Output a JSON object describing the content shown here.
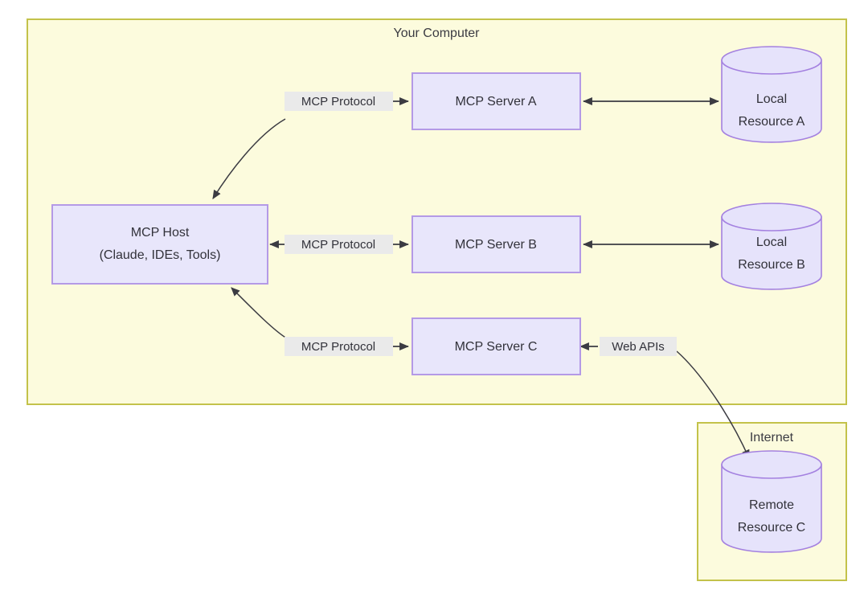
{
  "diagram": {
    "title_text": "Your Computer",
    "type": "architecture-block-diagram",
    "colors": {
      "group_fill": "#fcfbdd",
      "group_stroke": "#c3c24a",
      "node_fill": "#e8e6fb",
      "node_stroke": "#b49ae6",
      "cylinder_fill": "#e6e3fb",
      "cylinder_stroke": "#a481e0",
      "edge_stroke": "#3b3b42",
      "label_bg": "#eaeaea",
      "text": "#32323a",
      "page_bg": "#ffffff"
    },
    "groups": [
      {
        "id": "your-computer",
        "label": "Your Computer"
      },
      {
        "id": "internet",
        "label": "Internet"
      }
    ],
    "nodes": [
      {
        "id": "mcp-host",
        "shape": "rect",
        "line1": "MCP Host",
        "line2": "(Claude, IDEs, Tools)"
      },
      {
        "id": "mcp-server-a",
        "shape": "rect",
        "line1": "MCP Server A",
        "line2": ""
      },
      {
        "id": "mcp-server-b",
        "shape": "rect",
        "line1": "MCP Server B",
        "line2": ""
      },
      {
        "id": "mcp-server-c",
        "shape": "rect",
        "line1": "MCP Server C",
        "line2": ""
      },
      {
        "id": "local-resource-a",
        "shape": "cylinder",
        "line1": "Local",
        "line2": "Resource A"
      },
      {
        "id": "local-resource-b",
        "shape": "cylinder",
        "line1": "Local",
        "line2": "Resource B"
      },
      {
        "id": "remote-resource-c",
        "shape": "cylinder",
        "line1": "Remote",
        "line2": "Resource C"
      }
    ],
    "edges": [
      {
        "id": "host-to-server-a",
        "label": "MCP Protocol",
        "from": "mcp-host",
        "to": "mcp-server-a",
        "direction": "bidirectional-curved"
      },
      {
        "id": "host-to-server-b",
        "label": "MCP Protocol",
        "from": "mcp-host",
        "to": "mcp-server-b",
        "direction": "bidirectional"
      },
      {
        "id": "host-to-server-c",
        "label": "MCP Protocol",
        "from": "mcp-host",
        "to": "mcp-server-c",
        "direction": "bidirectional-curved"
      },
      {
        "id": "server-a-to-local-a",
        "label": "",
        "from": "mcp-server-a",
        "to": "local-resource-a",
        "direction": "bidirectional"
      },
      {
        "id": "server-b-to-local-b",
        "label": "",
        "from": "mcp-server-b",
        "to": "local-resource-b",
        "direction": "bidirectional"
      },
      {
        "id": "server-c-to-remote-c",
        "label": "Web APIs",
        "from": "mcp-server-c",
        "to": "remote-resource-c",
        "direction": "bidirectional-curved"
      }
    ]
  }
}
